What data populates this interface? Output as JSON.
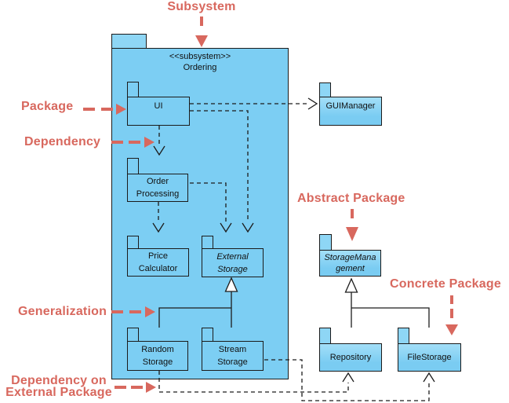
{
  "diagram_title": "UML package diagram of an Ordering subsystem",
  "colors": {
    "package_fill": "#7ccef3",
    "package_tab_fill": "#8ed6f5",
    "border": "#1b1b1b",
    "annotation_red": "#d8685e",
    "background": "#ffffff"
  },
  "subsystem": {
    "stereotype": "<<subsystem>>",
    "name": "Ordering"
  },
  "packages": {
    "ui": {
      "name": "UI"
    },
    "order_processing": {
      "name": "Order Processing"
    },
    "price_calculator": {
      "name": "Price Calculator"
    },
    "external_storage": {
      "name": "External Storage",
      "abstract": true
    },
    "random_storage": {
      "name": "Random Storage"
    },
    "stream_storage": {
      "name": "Stream Storage"
    },
    "gui_manager": {
      "name": "GUIManager"
    },
    "storage_management": {
      "name": "StorageManagement",
      "abstract": true
    },
    "repository": {
      "name": "Repository"
    },
    "file_storage": {
      "name": "FileStorage"
    }
  },
  "annotations": {
    "subsystem": {
      "label": "Subsystem"
    },
    "package": {
      "label": "Package"
    },
    "dependency": {
      "label": "Dependency"
    },
    "generalization": {
      "label": "Generalization"
    },
    "dependency_external": {
      "label": "Dependency on External Package"
    },
    "abstract_package": {
      "label": "Abstract Package"
    },
    "concrete_package": {
      "label": "Concrete Package"
    }
  },
  "relationships": [
    "UI depends on Order Processing",
    "UI depends on GUIManager",
    "UI depends on External Storage",
    "Order Processing depends on Price Calculator",
    "Order Processing depends on External Storage",
    "Random Storage generalizes External Storage",
    "Stream Storage generalizes External Storage",
    "Repository generalizes StorageManagement",
    "FileStorage generalizes StorageManagement",
    "Random Storage depends on Repository",
    "Stream Storage depends on FileStorage"
  ]
}
